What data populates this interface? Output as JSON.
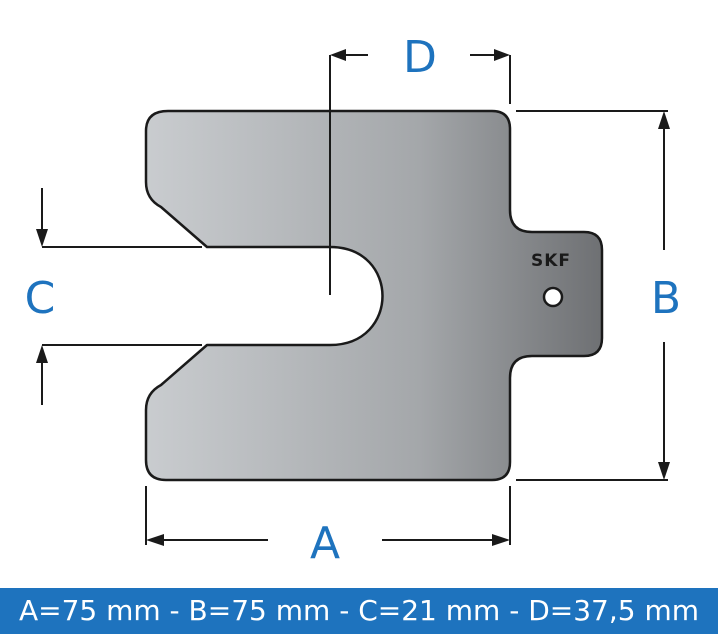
{
  "colors": {
    "accent": "#1e73be",
    "label": "#1e73be",
    "outline": "#1a1a1a",
    "part_light": "#c9cccf",
    "part_dark": "#6e7073",
    "caption_text": "#ffffff"
  },
  "labels": {
    "a": "A",
    "b": "B",
    "c": "C",
    "d": "D"
  },
  "brand": {
    "logo_text": "SKF"
  },
  "caption": {
    "text": "A=75 mm - B=75 mm - C=21 mm - D=37,5 mm"
  }
}
